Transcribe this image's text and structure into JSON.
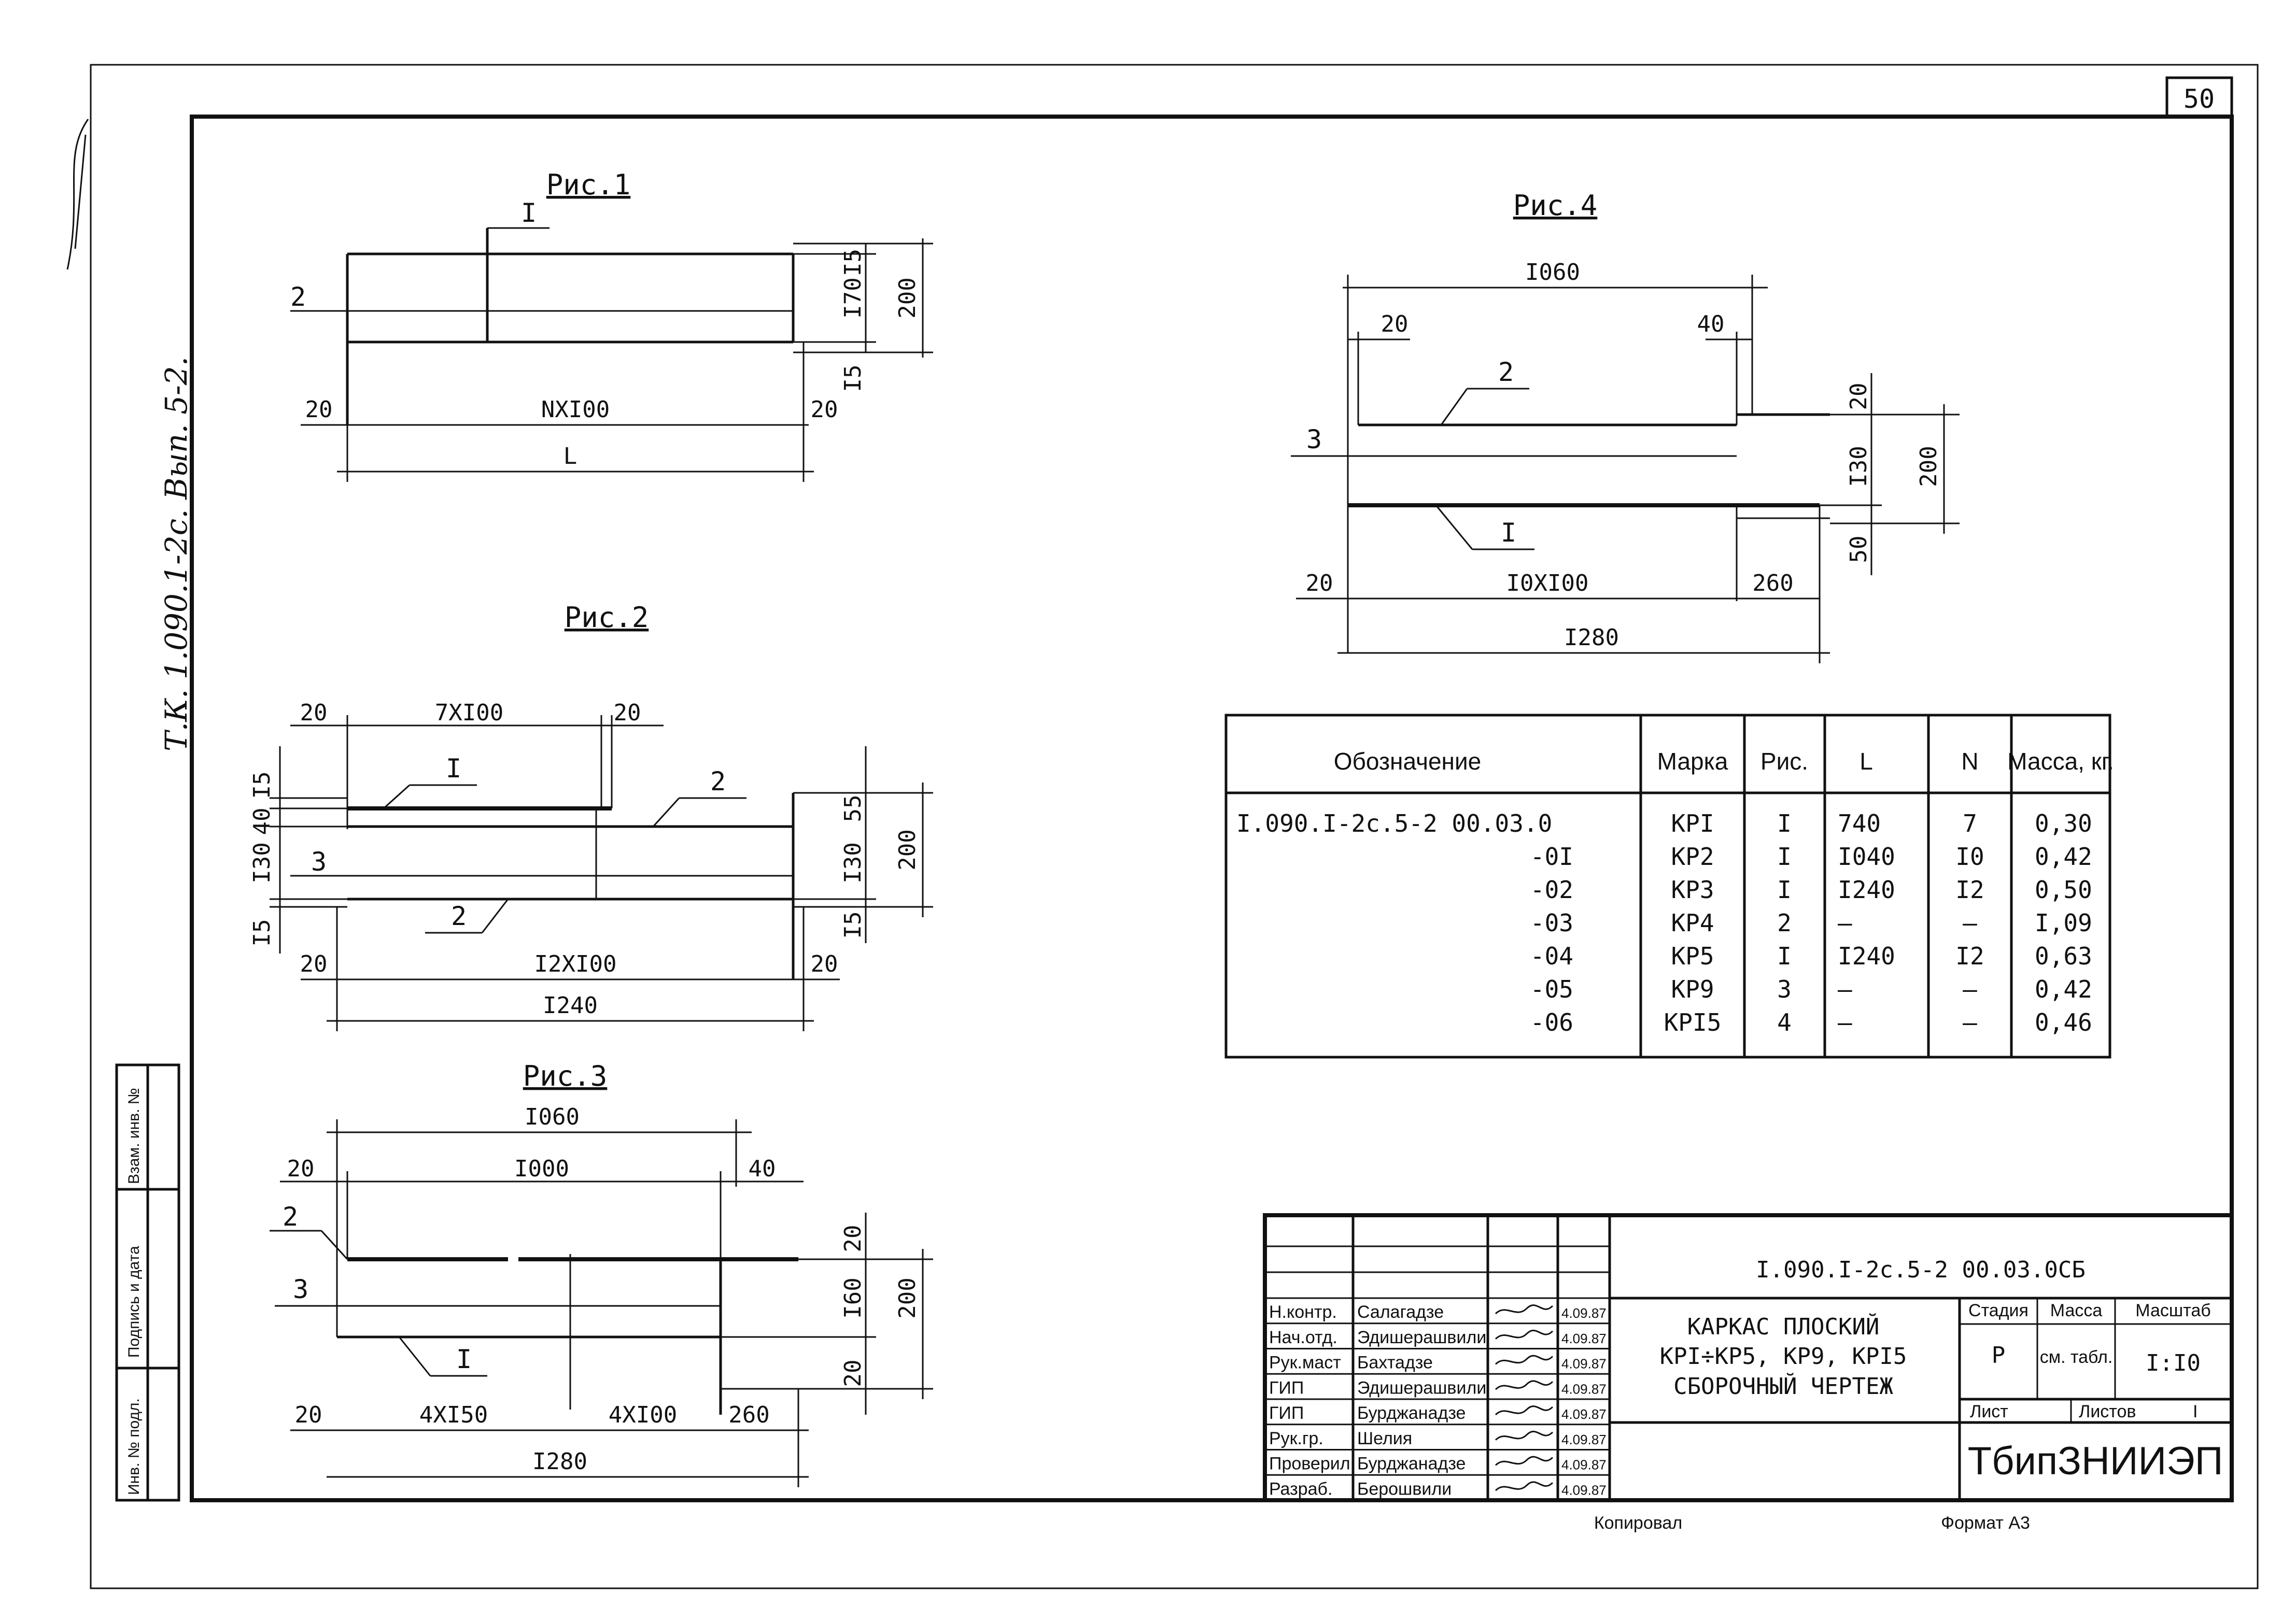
{
  "sheet_number": "50",
  "side_note": "Т.К. 1.090.1-2с. Вып. 5-2.",
  "fig1": {
    "caption": "Рис.1",
    "pos1": "I",
    "pos2": "2",
    "dim_15a": "I5",
    "dim_170": "I70",
    "dim_200": "200",
    "dim_15b": "I5",
    "dim_20l": "20",
    "dim_mid": "NXI00",
    "dim_20r": "20",
    "dim_L": "L"
  },
  "fig2": {
    "caption": "Рис.2",
    "top_20l": "20",
    "top_mid": "7XI00",
    "top_20r": "20",
    "pos1": "I",
    "pos2a": "2",
    "pos3": "3",
    "pos2b": "2",
    "left_15": "I5",
    "left_40": "40",
    "left_130": "I30",
    "left_15b": "I5",
    "right_55": "55",
    "right_130": "I30",
    "right_15": "I5",
    "right_200": "200",
    "bot_20l": "20",
    "bot_mid": "I2XI00",
    "bot_20r": "20",
    "bot_total": "I240"
  },
  "fig3": {
    "caption": "Рис.3",
    "top_total": "I060",
    "top_20": "20",
    "top_1000": "I000",
    "top_40": "40",
    "pos2": "2",
    "pos3": "3",
    "pos1": "I",
    "right_20a": "20",
    "right_160": "I60",
    "right_20b": "20",
    "right_200": "200",
    "bot_20": "20",
    "bot_4x150": "4XI50",
    "bot_4x100": "4XI00",
    "bot_260": "260",
    "bot_total": "I280"
  },
  "fig4": {
    "caption": "Рис.4",
    "top_total": "I060",
    "top_20": "20",
    "top_40": "40",
    "pos2": "2",
    "pos3": "3",
    "pos1": "I",
    "right_20": "20",
    "right_130": "I30",
    "right_50": "50",
    "right_200": "200",
    "bot_20": "20",
    "bot_mid": "I0XI00",
    "bot_260": "260",
    "bot_total": "I280"
  },
  "spec": {
    "headers": [
      "Обозначение",
      "Марка",
      "Рис.",
      "L",
      "N",
      "Масса, кг."
    ],
    "rows": [
      [
        "I.090.I-2с.5-2 00.03.0",
        "КРI",
        "I",
        "740",
        "7",
        "0,30"
      ],
      [
        "-0I",
        "КР2",
        "I",
        "I040",
        "I0",
        "0,42"
      ],
      [
        "-02",
        "КР3",
        "I",
        "I240",
        "I2",
        "0,50"
      ],
      [
        "-03",
        "КР4",
        "2",
        "—",
        "—",
        "I,09"
      ],
      [
        "-04",
        "КР5",
        "I",
        "I240",
        "I2",
        "0,63"
      ],
      [
        "-05",
        "КР9",
        "3",
        "—",
        "—",
        "0,42"
      ],
      [
        "-06",
        "КРI5",
        "4",
        "—",
        "—",
        "0,46"
      ]
    ]
  },
  "title_block": {
    "code": "I.090.I-2с.5-2  00.03.0СБ",
    "title_lines": [
      "КАРКАС ПЛОСКИЙ",
      "КРI÷КР5, КР9, КРI5",
      "СБОРОЧНЫЙ ЧЕРТЕЖ"
    ],
    "stage_label": "Стадия",
    "mass_label": "Масса",
    "scale_label": "Масштаб",
    "stage": "Р",
    "mass": "см. табл.",
    "scale": "I:I0",
    "sheet_label": "Лист",
    "sheets_label": "Листов",
    "sheets": "I",
    "org": "ТбипЗНИИЭП",
    "staff": [
      {
        "role": "Н.контр.",
        "name": "Салагадзе",
        "date": "4.09.87"
      },
      {
        "role": "Нач.отд.",
        "name": "Эдишерашвили",
        "date": "4.09.87"
      },
      {
        "role": "Рук.маст",
        "name": "Бахтадзе",
        "date": "4.09.87"
      },
      {
        "role": "ГИП",
        "name": "Эдишерашвили",
        "date": "4.09.87"
      },
      {
        "role": "ГИП",
        "name": "Бурджанадзе",
        "date": "4.09.87"
      },
      {
        "role": "Рук.гр.",
        "name": "Шелия",
        "date": "4.09.87"
      },
      {
        "role": "Проверил",
        "name": "Бурджанадзе",
        "date": "4.09.87"
      },
      {
        "role": "Разраб.",
        "name": "Берошвили",
        "date": "4.09.87"
      }
    ]
  },
  "left_stamp": [
    "Инв. № подл.",
    "Подпись и дата",
    "Взам. инв. №"
  ],
  "footer": {
    "copied": "Копировал",
    "format": "Формат А3"
  }
}
